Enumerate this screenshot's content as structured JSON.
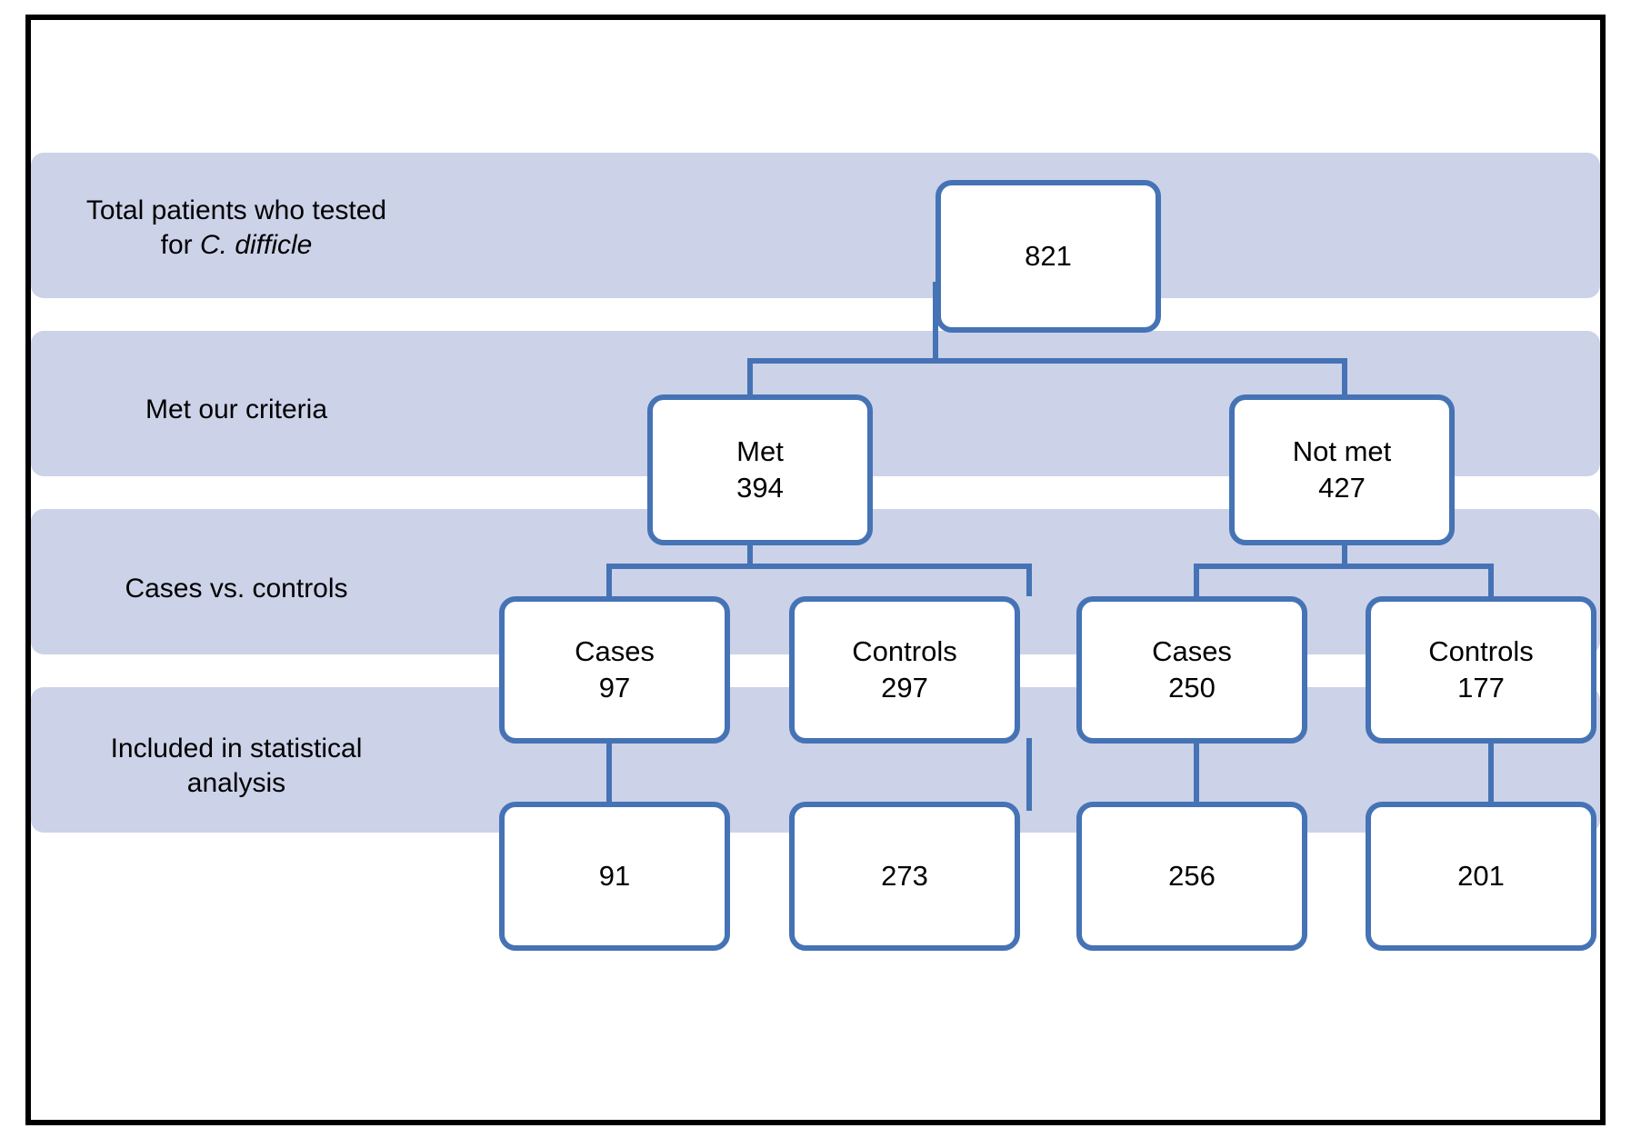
{
  "figure": {
    "title": "Patient selection flow diagram",
    "colors": {
      "band": "#ccd2e8",
      "box_border": "#4573b5",
      "box_fill": "#ffffff",
      "frame": "#000000",
      "text": "#000000"
    }
  },
  "rows": [
    {
      "label_html": "Total patients who tested<br>for <i>C. difficle</i>",
      "label_text": "Total patients who tested for C. difficle"
    },
    {
      "label_html": "Met our criteria",
      "label_text": "Met our criteria"
    },
    {
      "label_html": "Cases vs. controls",
      "label_text": "Cases vs. controls"
    },
    {
      "label_html": "Included in statistical<br>analysis",
      "label_text": "Included in statistical analysis"
    }
  ],
  "nodes": {
    "total": {
      "title": "",
      "value": "821"
    },
    "met": {
      "title": "Met",
      "value": "394"
    },
    "not_met": {
      "title": "Not met",
      "value": "427"
    },
    "met_cases": {
      "title": "Cases",
      "value": "97"
    },
    "met_controls": {
      "title": "Controls",
      "value": "297"
    },
    "notmet_cases": {
      "title": "Cases",
      "value": "250"
    },
    "notmet_controls": {
      "title": "Controls",
      "value": "177"
    },
    "final_met_cases": {
      "title": "",
      "value": "91"
    },
    "final_met_controls": {
      "title": "",
      "value": "273"
    },
    "final_notmet_cases": {
      "title": "",
      "value": "256"
    },
    "final_notmet_controls": {
      "title": "",
      "value": "201"
    }
  },
  "chart_data": {
    "type": "diagram",
    "title": "Total patients who tested for C. difficle",
    "levels": [
      {
        "label": "Total patients who tested for C. difficle",
        "nodes": [
          {
            "name": "",
            "value": 821
          }
        ]
      },
      {
        "label": "Met our criteria",
        "nodes": [
          {
            "name": "Met",
            "value": 394
          },
          {
            "name": "Not met",
            "value": 427
          }
        ]
      },
      {
        "label": "Cases vs. controls",
        "nodes": [
          {
            "name": "Cases",
            "value": 97
          },
          {
            "name": "Controls",
            "value": 297
          },
          {
            "name": "Cases",
            "value": 250
          },
          {
            "name": "Controls",
            "value": 177
          }
        ]
      },
      {
        "label": "Included in statistical analysis",
        "nodes": [
          {
            "name": "",
            "value": 91
          },
          {
            "name": "",
            "value": 273
          },
          {
            "name": "",
            "value": 256
          },
          {
            "name": "",
            "value": 201
          }
        ]
      }
    ]
  }
}
